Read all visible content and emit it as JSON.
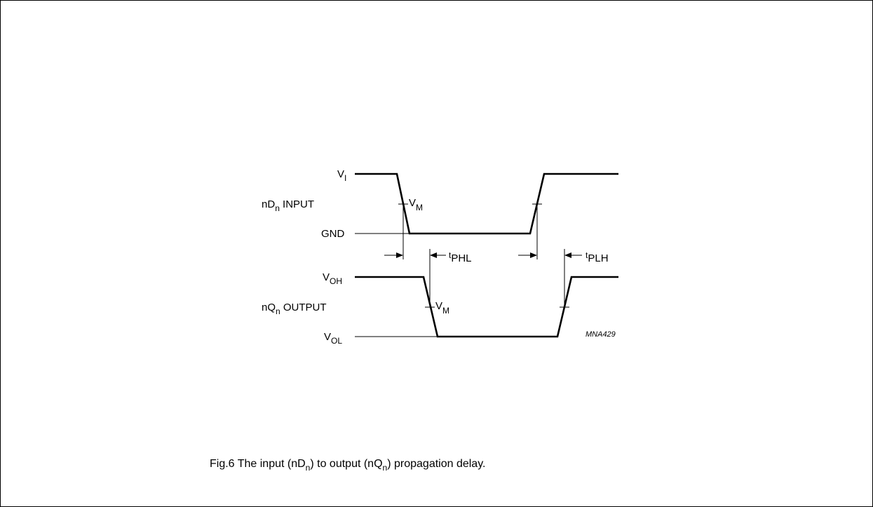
{
  "diagram": {
    "input_waveform": {
      "signal_name": "nD",
      "signal_sub": "n",
      "signal_suffix": " INPUT",
      "high_level": {
        "main": "V",
        "sub": "I"
      },
      "low_level": "GND",
      "threshold": {
        "main": "V",
        "sub": "M"
      }
    },
    "output_waveform": {
      "signal_name": "nQ",
      "signal_sub": "n",
      "signal_suffix": " OUTPUT",
      "high_level": {
        "main": "V",
        "sub": "OH"
      },
      "low_level": {
        "main": "V",
        "sub": "OL"
      },
      "threshold": {
        "main": "V",
        "sub": "M"
      }
    },
    "delays": {
      "high_to_low": {
        "main": "t",
        "sub": "PHL"
      },
      "low_to_high": {
        "main": "t",
        "sub": "PLH"
      }
    },
    "figure_code": "MNA429"
  },
  "caption": {
    "prefix": "Fig.6  The input (nD",
    "sub1": "n",
    "middle": ") to output (nQ",
    "sub2": "n",
    "suffix": ") propagation delay."
  }
}
